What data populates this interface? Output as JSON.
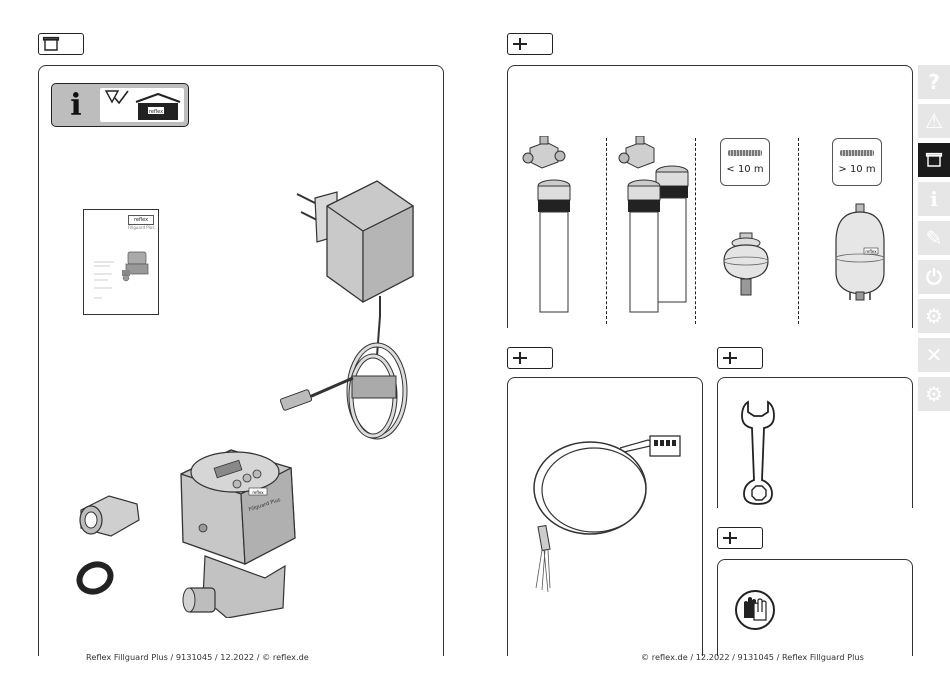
{
  "left_page": {
    "section_icon": "box-icon",
    "info_icon": "info-icon",
    "info_badge_letter": "i",
    "manual": {
      "brand": "reflex",
      "subtitle": "Fillguard Plus"
    },
    "device": {
      "brand": "reflex",
      "product_label": "Fillguard Plus"
    },
    "footer": "Reflex Fillguard Plus / 9131045 / 12.2022 / © reflex.de"
  },
  "right_page": {
    "accessories_tag_icon": "plus-icon",
    "cable_labels": [
      "< 10 m",
      "> 10 m"
    ],
    "vessel_brand": "reflex",
    "footer": "© reflex.de / 12.2022 / 9131045 / Reflex Fillguard Plus"
  },
  "sidebar": {
    "tabs": [
      {
        "icon": "question-icon",
        "glyph": "?",
        "active": false
      },
      {
        "icon": "warning-icon",
        "glyph": "⚠",
        "active": false
      },
      {
        "icon": "box-icon",
        "glyph": "",
        "active": true
      },
      {
        "icon": "info-icon",
        "glyph": "i",
        "active": false
      },
      {
        "icon": "installation-icon",
        "glyph": "✎",
        "active": false
      },
      {
        "icon": "power-icon",
        "glyph": "⏻",
        "active": false
      },
      {
        "icon": "settings-icon",
        "glyph": "⚙",
        "active": false
      },
      {
        "icon": "tools-icon",
        "glyph": "✕",
        "active": false
      },
      {
        "icon": "maintenance-icon",
        "glyph": "⚙",
        "active": false
      }
    ]
  },
  "colors": {
    "line": "#222222",
    "badge_dark": "#2a2a2a",
    "badge_bg": "#bdbdbd",
    "sidebar_inactive": "#e6e6e6",
    "sidebar_active": "#1b1b1b"
  }
}
